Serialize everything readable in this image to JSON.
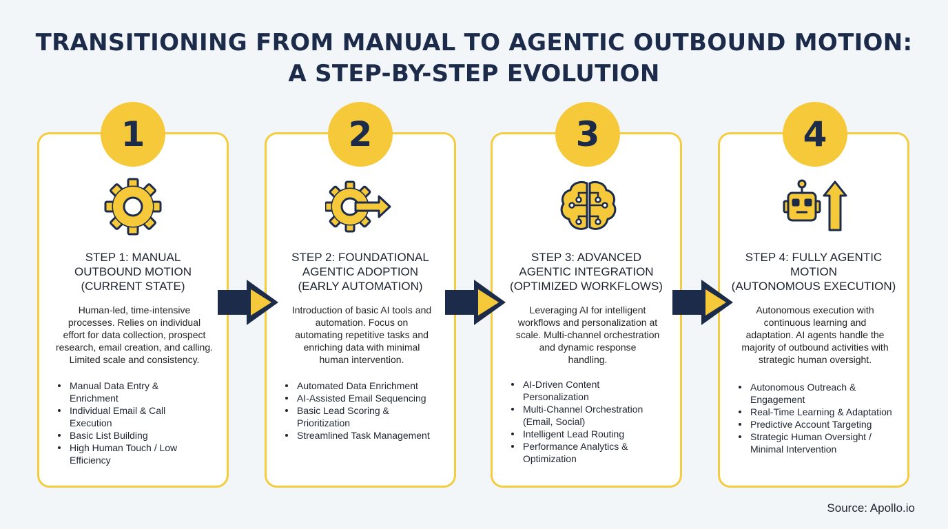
{
  "title_line1": "TRANSITIONING FROM MANUAL TO AGENTIC OUTBOUND MOTION:",
  "title_line2": "A STEP-BY-STEP EVOLUTION",
  "colors": {
    "accent": "#f5c93a",
    "navy": "#1c2b4a",
    "card_border": "#f4cc3e"
  },
  "steps": [
    {
      "number": "1",
      "icon": "gear-icon",
      "title": [
        "STEP 1: MANUAL",
        "OUTBOUND MOTION",
        "(CURRENT STATE)"
      ],
      "description": [
        "Human-led, time-intensive",
        "processes. Relies on individual",
        "effort for data collection, prospect",
        "research, email creation, and calling.",
        "Limited scale and consistency."
      ],
      "bullets": [
        [
          "Manual Data Entry &",
          "Enrichment"
        ],
        [
          "Individual Email & Call",
          "Execution"
        ],
        [
          "Basic List Building"
        ],
        [
          "High Human Touch / Low",
          "Efficiency"
        ]
      ]
    },
    {
      "number": "2",
      "icon": "gear-arrow-icon",
      "title": [
        "STEP 2: FOUNDATIONAL",
        "AGENTIC ADOPTION",
        "(EARLY AUTOMATION)"
      ],
      "description": [
        "Introduction of basic AI tools and",
        "automation. Focus on",
        "automating repetitive tasks and",
        "enriching data with minimal",
        "human intervention."
      ],
      "bullets": [
        [
          "Automated Data Enrichment"
        ],
        [
          "AI-Assisted Email Sequencing"
        ],
        [
          "Basic Lead Scoring &",
          "Prioritization"
        ],
        [
          "Streamlined Task Management"
        ]
      ]
    },
    {
      "number": "3",
      "icon": "brain-circuit-icon",
      "title": [
        "STEP 3: ADVANCED",
        "AGENTIC INTEGRATION",
        "(OPTIMIZED WORKFLOWS)"
      ],
      "description": [
        "Leveraging AI for intelligent",
        "workflows and personalization at",
        "scale. Multi-channel orchestration",
        "and dynamic response",
        "handling."
      ],
      "bullets": [
        [
          "AI-Driven Content",
          "Personalization"
        ],
        [
          "Multi-Channel Orchestration",
          "(Email, Social)"
        ],
        [
          "Intelligent Lead Routing"
        ],
        [
          "Performance Analytics &",
          "Optimization"
        ]
      ]
    },
    {
      "number": "4",
      "icon": "robot-arrow-up-icon",
      "title": [
        "STEP 4: FULLY AGENTIC",
        "MOTION",
        "(AUTONOMOUS EXECUTION)"
      ],
      "description": [
        "Autonomous execution with",
        "continuous learning and",
        "adaptation. AI agents handle the",
        "majority of outbound activities with",
        "strategic human oversight."
      ],
      "bullets": [
        [
          "Autonomous Outreach &",
          "Engagement"
        ],
        [
          "Real-Time Learning & Adaptation"
        ],
        [
          "Predictive Account Targeting"
        ],
        [
          "Strategic Human Oversight /",
          "Minimal Intervention"
        ]
      ]
    }
  ],
  "source": "Source: Apollo.io"
}
